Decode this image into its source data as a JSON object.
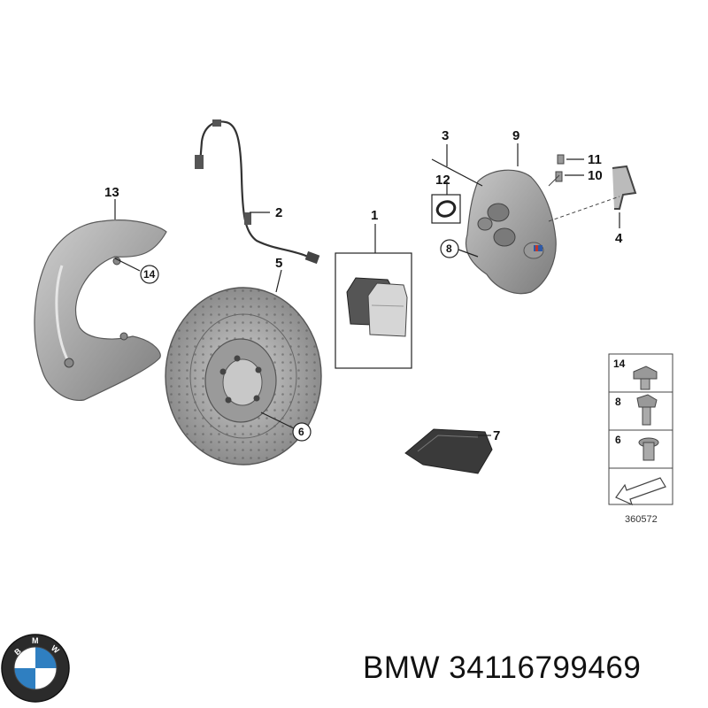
{
  "callouts": {
    "c1": "1",
    "c2": "2",
    "c3": "3",
    "c4": "4",
    "c5": "5",
    "c6": "6",
    "c7": "7",
    "c8": "8",
    "c9": "9",
    "c10": "10",
    "c11": "11",
    "c12": "12",
    "c13": "13",
    "c14": "14"
  },
  "legend": {
    "l14": "14",
    "l8": "8",
    "l6": "6"
  },
  "diagram_ref": "360572",
  "brand": {
    "logo_text": "BMW",
    "caption": "BMW 34116799469"
  },
  "colors": {
    "part_fill": "#a9a9a9",
    "part_dark": "#6e6e6e",
    "logo_blue": "#2f7fc1"
  }
}
